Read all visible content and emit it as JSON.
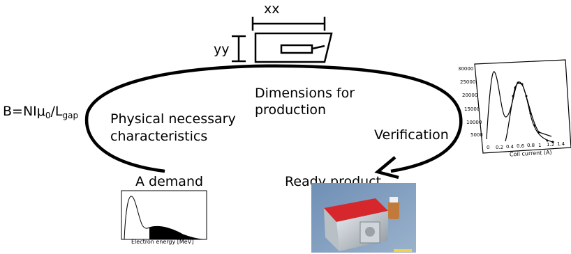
{
  "dimension_x": "xx",
  "dimension_y": "yy",
  "equation": {
    "main": "B=NIμ",
    "sub0": "0",
    "mid": "/L",
    "sub1": "gap"
  },
  "labels": {
    "dimensions": [
      "Dimensions for",
      "production"
    ],
    "physical": [
      "Physical necessary",
      "characteristics"
    ],
    "verification": "Verification",
    "demand": "A demand",
    "ready": "Ready product"
  },
  "demand_plot": {
    "xlabel": "Electron energy [MeV]"
  },
  "verify_plot": {
    "xlabel": "Coil current (A)",
    "x_ticks": [
      "0",
      "0.2",
      "0.4",
      "0.6",
      "0.8",
      "1",
      "1.2",
      "1.4"
    ],
    "y_ticks": [
      "30000",
      "25000",
      "20000",
      "15000",
      "10000",
      "5000"
    ]
  }
}
